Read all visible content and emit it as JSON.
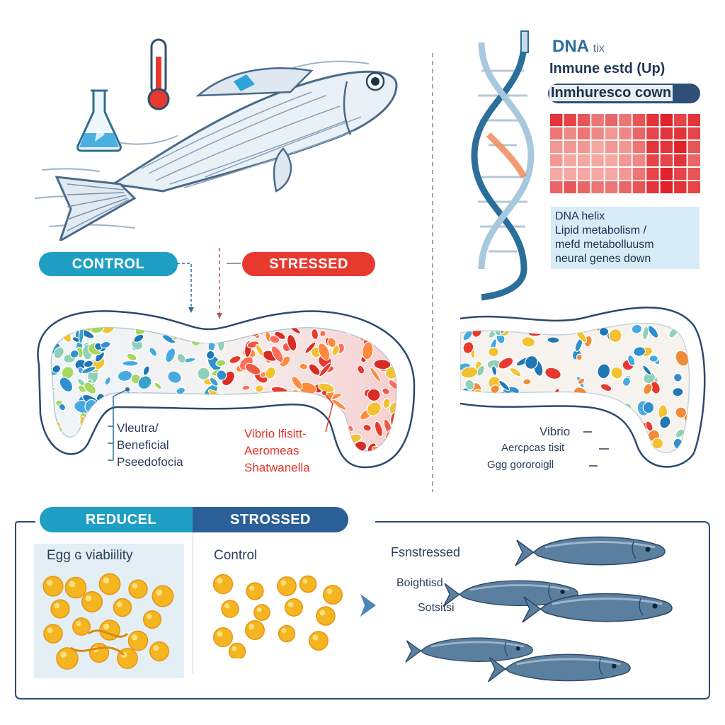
{
  "top_right": {
    "dna_label": "DNA",
    "dna_suffix": "tix",
    "immune_up": "Inmune estd (Up)",
    "immune_down": "Inmhuresco cown",
    "info_box": {
      "line1": "DNA helix",
      "line2": "Lipid metabolism /",
      "line3": "mefd metabolluusm",
      "line4": "neural genes down"
    }
  },
  "tags": {
    "control": "CONTROL",
    "stressed": "STRESSED"
  },
  "gut_labels": {
    "control_list": [
      "Vleutra/",
      "Beneficial",
      "Pseedofocia"
    ],
    "stressed_list": [
      "Vibrio lfisitt-",
      "Aeromeas",
      "Shatwanella"
    ],
    "right_list": [
      "Vibrio",
      "Aercpcas tisit",
      "Ggg gororoigll"
    ]
  },
  "bottom": {
    "tab_reduced": "REDUCEL",
    "tab_stressed": "STROSSED",
    "egg_title": "Egg ɢ viabiility",
    "control_title": "Control",
    "stressed_title": "Fsnstressed",
    "stressed_item1": "Boightisd",
    "stressed_item2": "Sotsitsi"
  },
  "colors": {
    "teal": "#1f9fc4",
    "red": "#e8392f",
    "navy": "#2b5f97",
    "heat_dark": "#e0232b",
    "heat_light": "#f9c9bf"
  },
  "heatmap": {
    "rows": 6,
    "cols": 11,
    "intensity": [
      [
        0.9,
        0.8,
        0.7,
        0.5,
        0.6,
        0.5,
        0.7,
        0.9,
        1.0,
        0.8,
        0.9
      ],
      [
        0.5,
        0.4,
        0.5,
        0.4,
        0.3,
        0.4,
        0.6,
        0.8,
        0.9,
        0.9,
        0.8
      ],
      [
        0.3,
        0.3,
        0.3,
        0.2,
        0.3,
        0.3,
        0.5,
        0.9,
        0.9,
        1.0,
        0.7
      ],
      [
        0.3,
        0.2,
        0.2,
        0.2,
        0.2,
        0.3,
        0.4,
        0.8,
        0.8,
        0.9,
        0.6
      ],
      [
        0.2,
        0.2,
        0.2,
        0.2,
        0.2,
        0.3,
        0.5,
        0.8,
        1.0,
        0.8,
        0.7
      ],
      [
        0.6,
        0.7,
        0.6,
        0.5,
        0.5,
        0.6,
        0.7,
        0.9,
        1.0,
        0.9,
        0.8
      ]
    ]
  }
}
